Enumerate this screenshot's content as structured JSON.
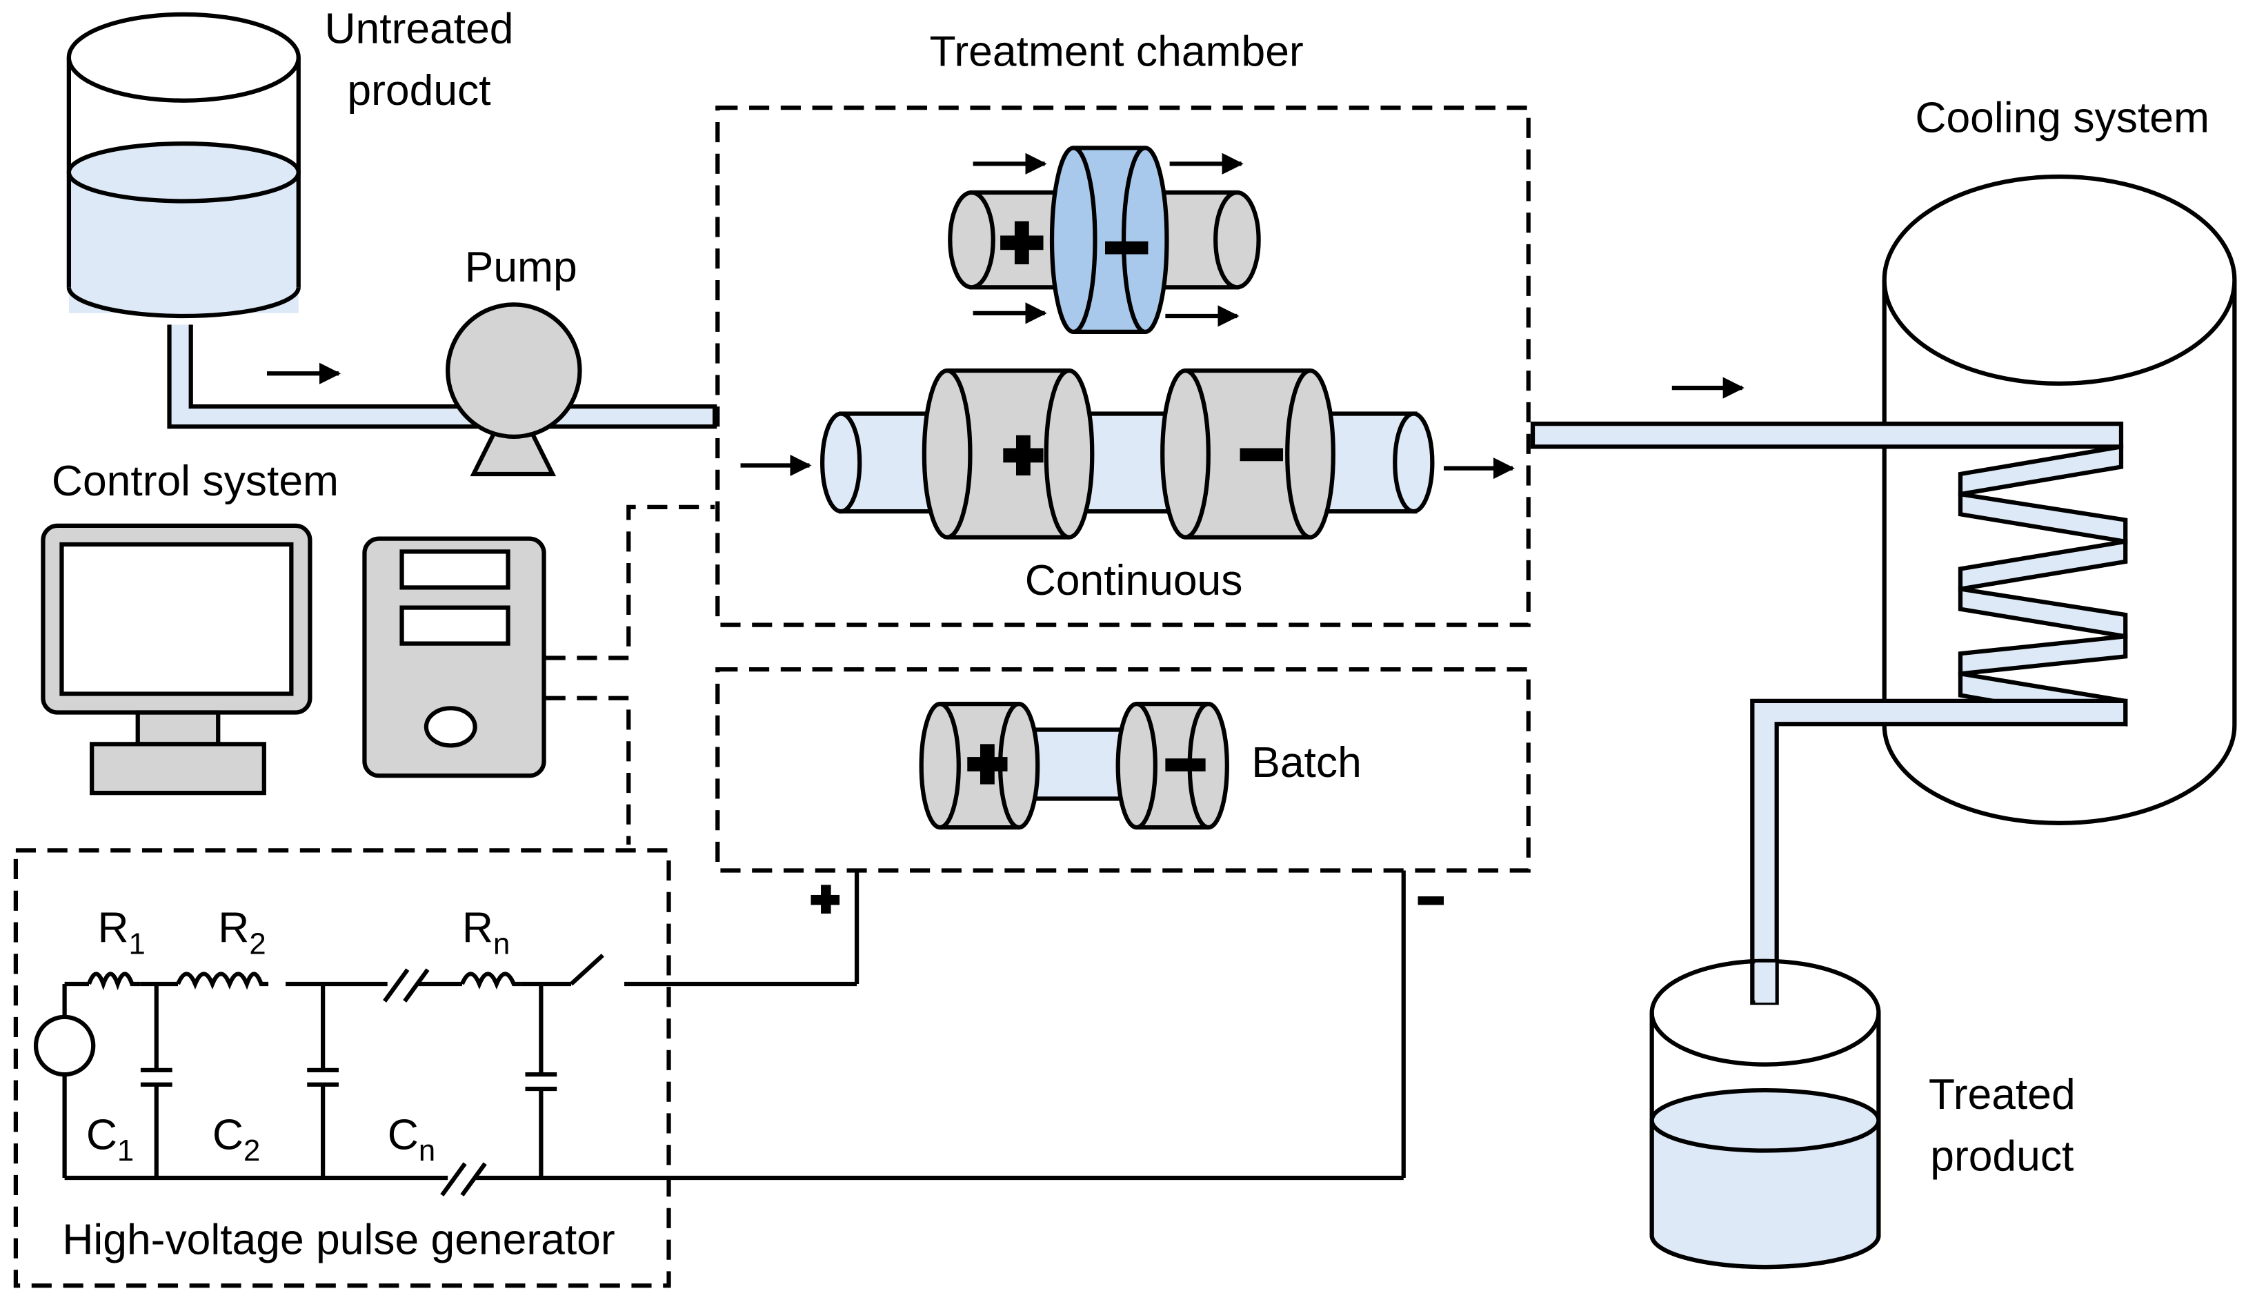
{
  "labels": {
    "untreated_line1": "Untreated",
    "untreated_line2": "product",
    "pump": "Pump",
    "treatment_chamber": "Treatment chamber",
    "continuous": "Continuous",
    "batch": "Batch",
    "cooling_system": "Cooling system",
    "control_system": "Control system",
    "treated_line1": "Treated",
    "treated_line2": "product",
    "pulse_generator": "High-voltage pulse generator"
  },
  "circuit": {
    "resistors": [
      {
        "letter": "R",
        "index": "1"
      },
      {
        "letter": "R",
        "index": "2"
      },
      {
        "letter": "R",
        "index": "n"
      }
    ],
    "capacitors": [
      {
        "letter": "C",
        "index": "1"
      },
      {
        "letter": "C",
        "index": "2"
      },
      {
        "letter": "C",
        "index": "n"
      }
    ]
  },
  "colors": {
    "liquid": "#dde9f6",
    "liquid_dark": "#a9c9ec",
    "metal": "#d4d4d4",
    "stroke": "#000000"
  }
}
